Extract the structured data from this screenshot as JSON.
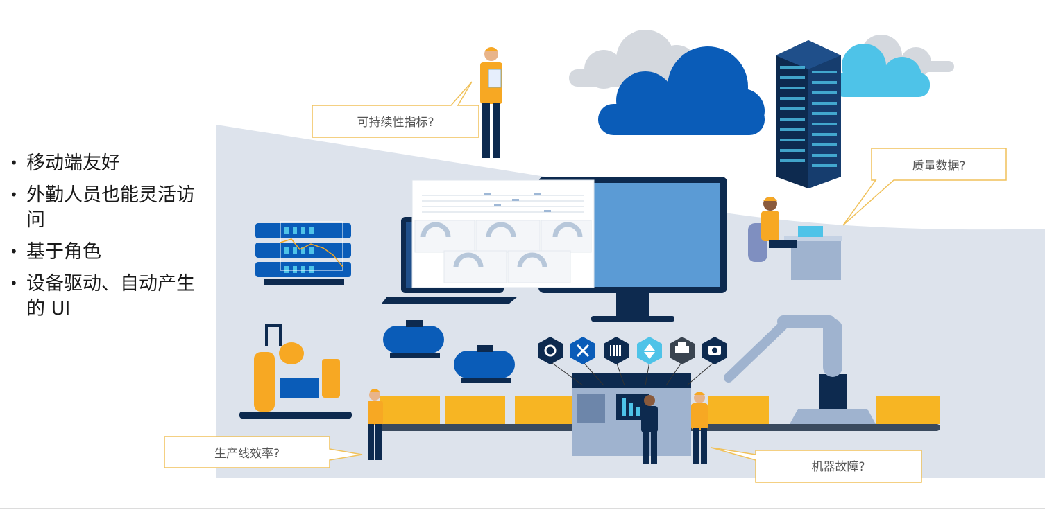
{
  "bullets": [
    "移动端友好",
    "外勤人员也能灵活访问",
    "基于角色",
    "设备驱动、自动产生的 UI"
  ],
  "callouts": {
    "sustainability": "可持续性指标?",
    "quality": "质量数据?",
    "line_efficiency": "生产线效率?",
    "machine_fault": "机器故障?"
  },
  "icons": [
    "gears-icon",
    "tools-icon",
    "barcode-icon",
    "transfer-icon",
    "printer-icon",
    "camera-icon"
  ],
  "colors": {
    "background_band": "#dde3ec",
    "brand_blue": "#0a5cb8",
    "dark_navy": "#0d2a4f",
    "accent_orange": "#f7a823",
    "callout_border": "#f0c15a",
    "light_cloud": "#d4d8de",
    "sky_blue": "#4ec3e8"
  }
}
